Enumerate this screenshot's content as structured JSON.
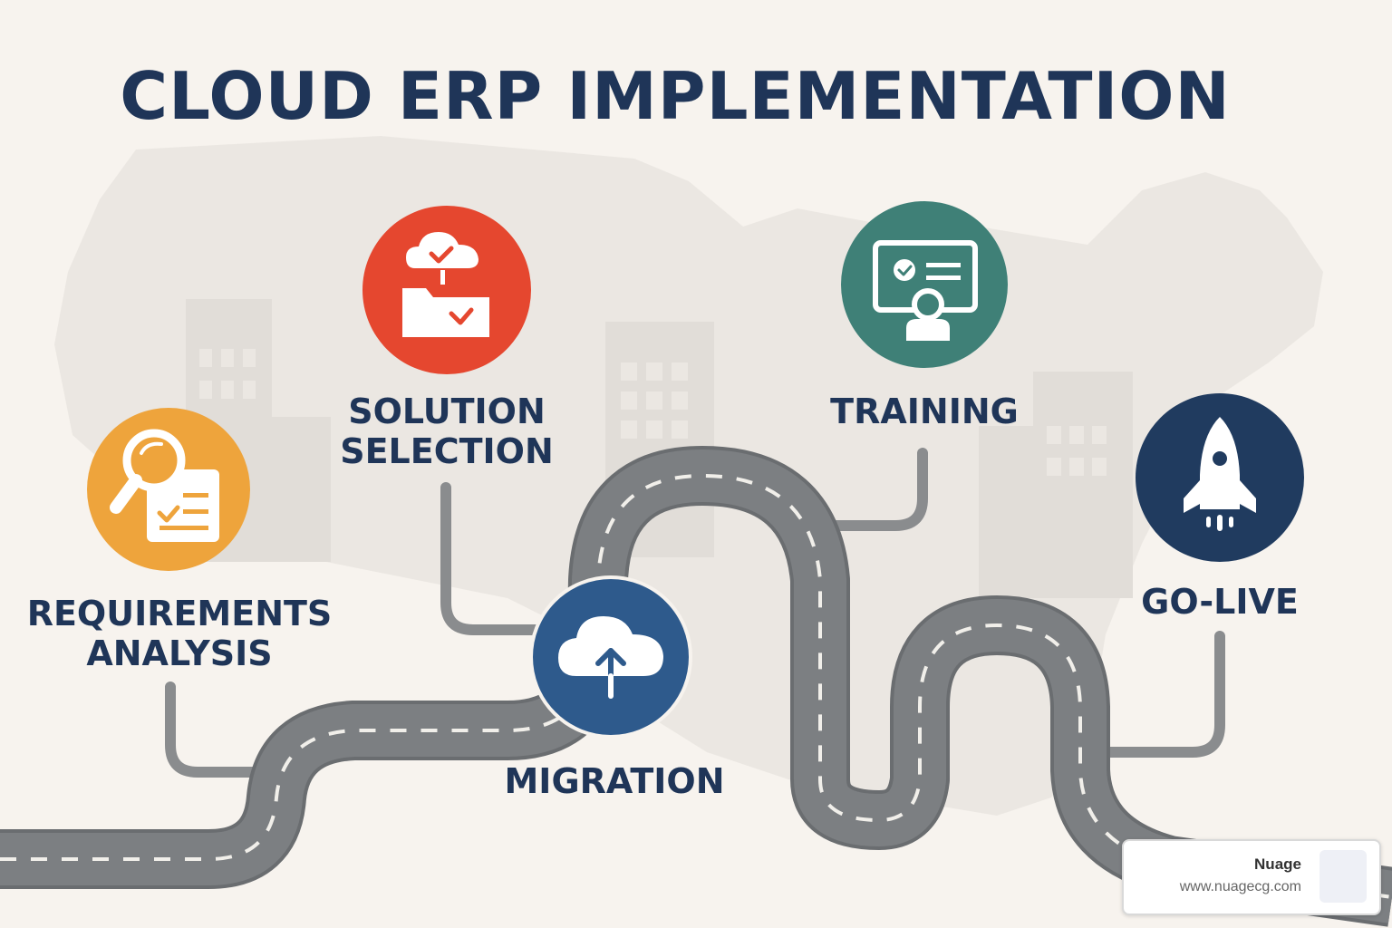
{
  "title": "CLOUD ERP IMPLEMENTATION",
  "stages": [
    {
      "label_lines": [
        "REQUIREMENTS",
        "ANALYSIS"
      ],
      "icon": "magnifier-document-icon",
      "color": "#eea43c"
    },
    {
      "label_lines": [
        "SOLUTION",
        "SELECTION"
      ],
      "icon": "cloud-folder-check-icon",
      "color": "#e5472f"
    },
    {
      "label_lines": [
        "MIGRATION"
      ],
      "icon": "cloud-upload-icon",
      "color": "#2e5a8c"
    },
    {
      "label_lines": [
        "TRAINING"
      ],
      "icon": "presentation-screen-icon",
      "color": "#3f8077"
    },
    {
      "label_lines": [
        "GO-LIVE"
      ],
      "icon": "rocket-icon",
      "color": "#203b5f"
    }
  ],
  "badge": {
    "name": "Nuage",
    "url": "www.nuagecg.com"
  },
  "colors": {
    "road": "#7c7f82",
    "road_edge": "#6a6d70",
    "connector": "#8a8c8e",
    "title": "#1f3558"
  }
}
